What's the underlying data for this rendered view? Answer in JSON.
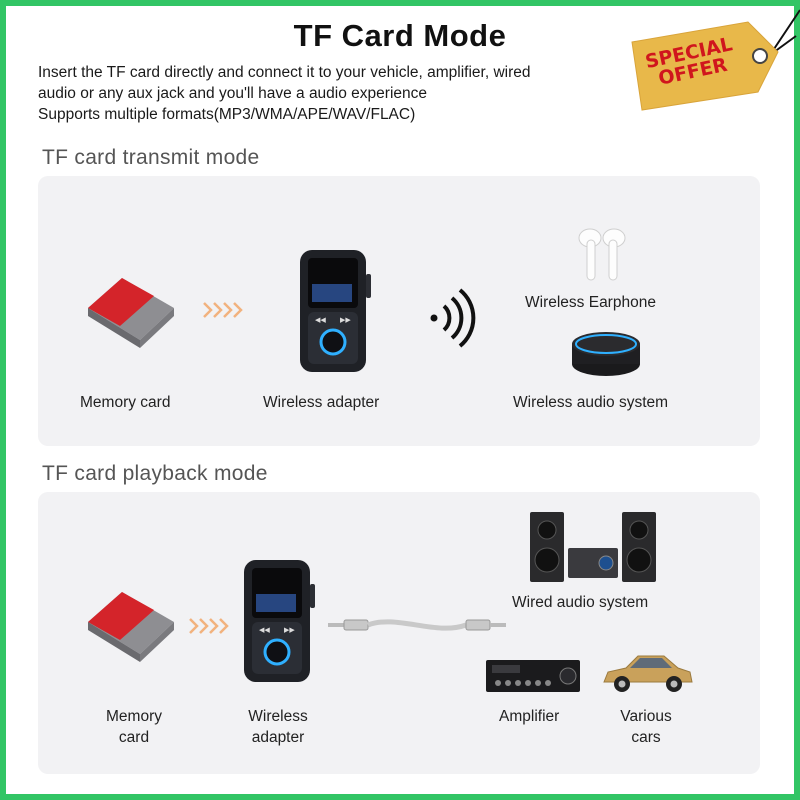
{
  "header": {
    "title": "TF Card Mode",
    "intro_lines": [
      "Insert the TF card directly and connect it to your vehicle, amplifier, wired",
      "audio or any aux jack and you'll have a audio experience",
      "Supports multiple formats(MP3/WMA/APE/WAV/FLAC)"
    ]
  },
  "badge": {
    "line1": "SPECIAL",
    "line2": "OFFER",
    "color": "#e8b84a",
    "text_color": "#d0161d"
  },
  "transmit": {
    "title": "TF card transmit mode",
    "memory_card": "Memory card",
    "adapter": "Wireless adapter",
    "earphone": "Wireless Earphone",
    "audio_system": "Wireless audio system"
  },
  "playback": {
    "title": "TF card playback mode",
    "memory_line1": "Memory",
    "memory_line2": "card",
    "adapter_line1": "Wireless",
    "adapter_line2": "adapter",
    "wired_audio": "Wired audio system",
    "amplifier": "Amplifier",
    "cars_line1": "Various",
    "cars_line2": "cars"
  },
  "colors": {
    "border": "#32c565",
    "panel": "#f2f2f4",
    "arrow": "#f2b27e"
  }
}
